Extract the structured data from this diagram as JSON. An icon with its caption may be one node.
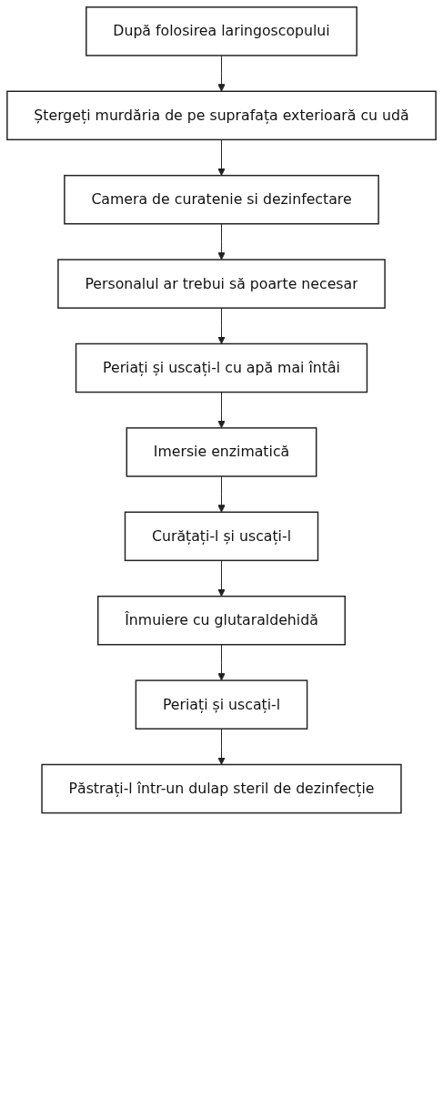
{
  "diagram": {
    "nodes": [
      {
        "text": [
          "După folosirea laringoscopului"
        ]
      },
      {
        "text": [
          "Ștergeți murdăria de pe suprafața exterioară cu udă"
        ]
      },
      {
        "text": [
          "Camera de curatenie si dezinfectare"
        ]
      },
      {
        "text": [
          "Personalul ar trebui să poarte necesar"
        ]
      },
      {
        "text": [
          "Periați și uscați-l cu apă mai întâi"
        ]
      },
      {
        "text": [
          "Imersie enzimatică"
        ]
      },
      {
        "text": [
          "Curățați-l și uscați-l"
        ]
      },
      {
        "text": [
          "Înmuiere cu glutaraldehidă"
        ]
      },
      {
        "text": [
          "Periați și uscați-l"
        ]
      },
      {
        "text": [
          "Păstrați-l într-un dulap steril de dezinfecție"
        ]
      }
    ],
    "edges": [
      {
        "from": 0,
        "to": 1,
        "arrow": "to"
      },
      {
        "from": 1,
        "to": 2,
        "arrow": "to"
      },
      {
        "from": 2,
        "to": 3,
        "arrow": "to"
      },
      {
        "from": 3,
        "to": 4,
        "arrow": "to"
      },
      {
        "from": 4,
        "to": 5,
        "arrow": "to"
      },
      {
        "from": 5,
        "to": 6,
        "arrow": "to"
      },
      {
        "from": 6,
        "to": 7,
        "arrow": "to"
      },
      {
        "from": 7,
        "to": 8,
        "arrow": "to"
      },
      {
        "from": 8,
        "to": 9,
        "arrow": "to"
      }
    ]
  }
}
